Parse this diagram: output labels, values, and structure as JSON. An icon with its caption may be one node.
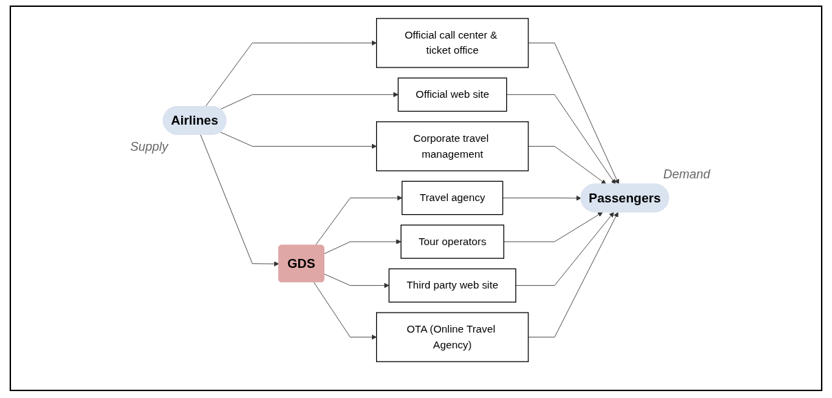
{
  "diagram": {
    "nodes": [
      {
        "text": [
          "Airlines"
        ],
        "beside": [
          "Supply"
        ]
      },
      {
        "text": [
          "Official call center & ticket office"
        ]
      },
      {
        "text": [
          "Official web site"
        ]
      },
      {
        "text": [
          "Corporate travel management"
        ]
      },
      {
        "text": [
          "Travel agency"
        ]
      },
      {
        "text": [
          "Tour operators"
        ]
      },
      {
        "text": [
          "Third party web site"
        ]
      },
      {
        "text": [
          "OTA (Online Travel Agency)"
        ]
      },
      {
        "text": [
          "GDS"
        ]
      },
      {
        "text": [
          "Passengers"
        ],
        "beside": [
          "Demand"
        ]
      }
    ],
    "edges": [
      {
        "from": 0,
        "to": 1,
        "arrow": "to"
      },
      {
        "from": 0,
        "to": 2,
        "arrow": "to"
      },
      {
        "from": 0,
        "to": 3,
        "arrow": "to"
      },
      {
        "from": 0,
        "to": 8,
        "arrow": "to"
      },
      {
        "from": 8,
        "to": 4,
        "arrow": "to"
      },
      {
        "from": 8,
        "to": 5,
        "arrow": "to"
      },
      {
        "from": 8,
        "to": 6,
        "arrow": "to"
      },
      {
        "from": 8,
        "to": 7,
        "arrow": "to"
      },
      {
        "from": 1,
        "to": 9,
        "arrow": "to"
      },
      {
        "from": 2,
        "to": 9,
        "arrow": "to"
      },
      {
        "from": 3,
        "to": 9,
        "arrow": "to"
      },
      {
        "from": 4,
        "to": 9,
        "arrow": "to"
      },
      {
        "from": 5,
        "to": 9,
        "arrow": "to"
      },
      {
        "from": 6,
        "to": 9,
        "arrow": "to"
      },
      {
        "from": 7,
        "to": 9,
        "arrow": "to"
      }
    ]
  }
}
